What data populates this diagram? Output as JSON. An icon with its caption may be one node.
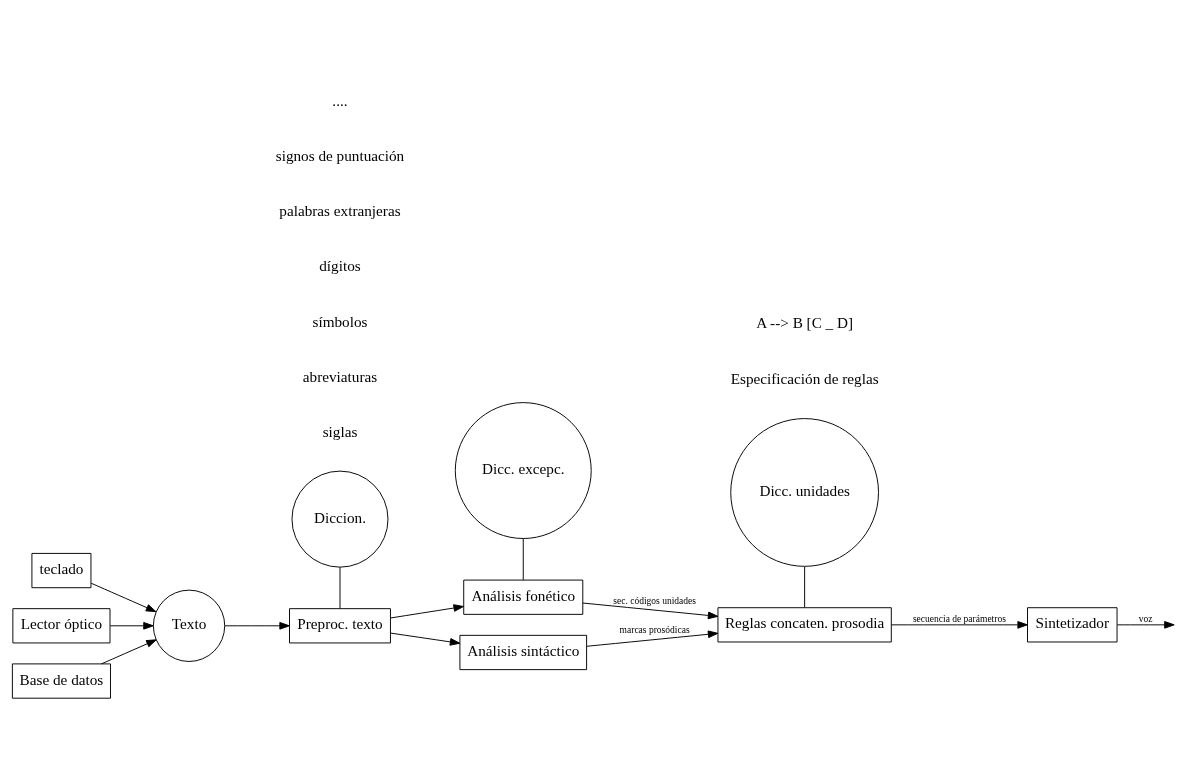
{
  "diagram": {
    "nodes": [
      {
        "text": [
          "teclado"
        ]
      },
      {
        "text": [
          "Lector óptico"
        ]
      },
      {
        "text": [
          "Base de datos"
        ]
      },
      {
        "text": [
          "Texto"
        ]
      },
      {
        "text": [
          "Preproc. texto"
        ]
      },
      {
        "text": [
          "Diccion."
        ]
      },
      {
        "text": [
          "Análisis fonético"
        ]
      },
      {
        "text": [
          "Análisis sintáctico"
        ]
      },
      {
        "text": [
          "Dicc. excepc."
        ]
      },
      {
        "text": [
          "Reglas concaten. prosodia"
        ]
      },
      {
        "text": [
          "Dicc. unidades"
        ]
      },
      {
        "text": [
          "Sintetizador"
        ]
      }
    ],
    "edges": [
      {
        "from": 0,
        "to": 3,
        "arrow": "to"
      },
      {
        "from": 1,
        "to": 3,
        "arrow": "to"
      },
      {
        "from": 2,
        "to": 3,
        "arrow": "to"
      },
      {
        "from": 3,
        "to": 4,
        "arrow": "to"
      },
      {
        "from": 5,
        "to": 4,
        "arrow": "none"
      },
      {
        "from": 4,
        "to": 6,
        "arrow": "to"
      },
      {
        "from": 4,
        "to": 7,
        "arrow": "to"
      },
      {
        "from": 8,
        "to": 6,
        "arrow": "none"
      },
      {
        "from": 6,
        "to": 9,
        "arrow": "to",
        "label": "sec. códigos unidades"
      },
      {
        "from": 7,
        "to": 9,
        "arrow": "to",
        "label": "marcas prosódicas"
      },
      {
        "from": 10,
        "to": 9,
        "arrow": "none"
      },
      {
        "from": 9,
        "to": 11,
        "arrow": "to",
        "label": "secuencia de parámetros"
      },
      {
        "from": 11,
        "to": null,
        "arrow": "to",
        "label": "voz"
      }
    ],
    "labels": [
      "siglas",
      "abreviaturas",
      "símbolos",
      "dígitos",
      "palabras extranjeras",
      "signos de puntuación",
      "....",
      "Especificación de reglas",
      "A --> B [C _ D]"
    ]
  }
}
